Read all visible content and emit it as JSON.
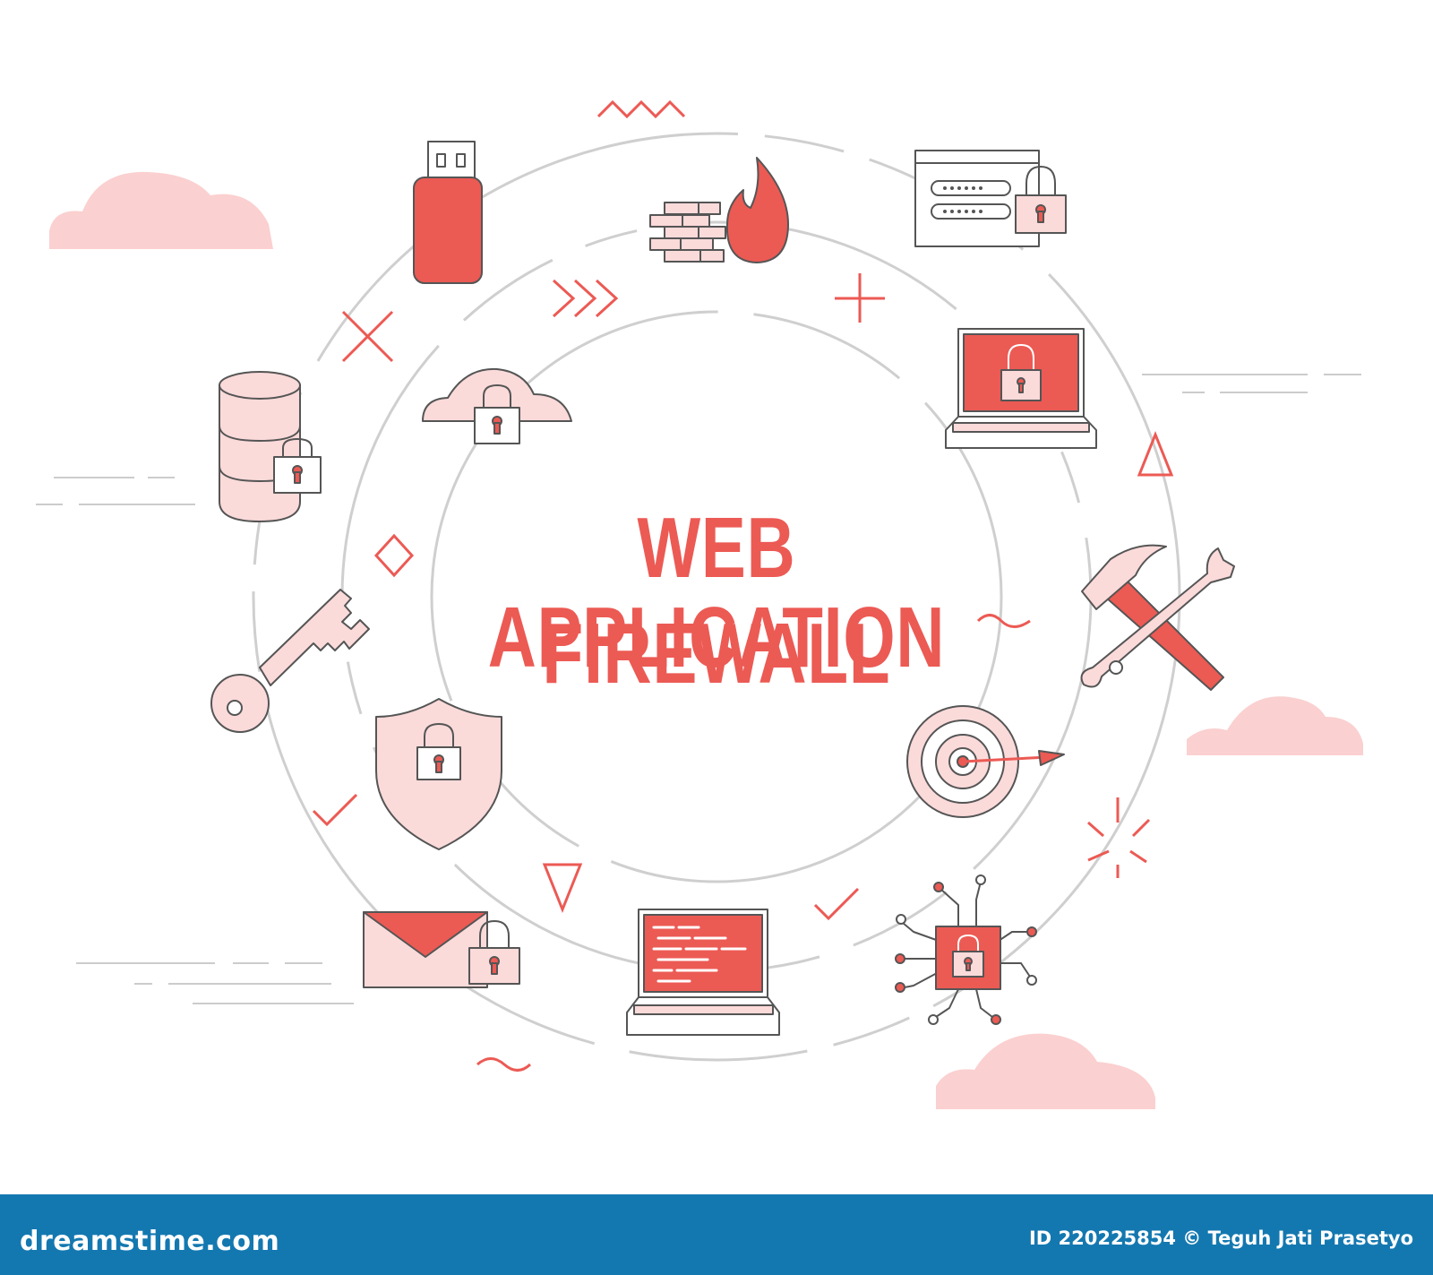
{
  "title": {
    "line1": "WEB APPLICATION",
    "line2": "FIREWALL"
  },
  "footer": {
    "brand": "dreamstime.com",
    "credit": "ID 220225854 © Teguh Jati Prasetyo"
  },
  "colors": {
    "accent": "#ec5a54",
    "light": "#fbdada",
    "outline": "#555555",
    "ring": "#cccccc",
    "footer": "#1478b0"
  },
  "icons": [
    "usb-drive-icon",
    "firewall-fire-icon",
    "login-padlock-icon",
    "laptop-lock-icon",
    "tools-icon",
    "target-icon",
    "chip-lock-icon",
    "laptop-code-icon",
    "mail-lock-icon",
    "shield-lock-icon",
    "key-icon",
    "database-lock-icon",
    "cloud-lock-icon"
  ]
}
